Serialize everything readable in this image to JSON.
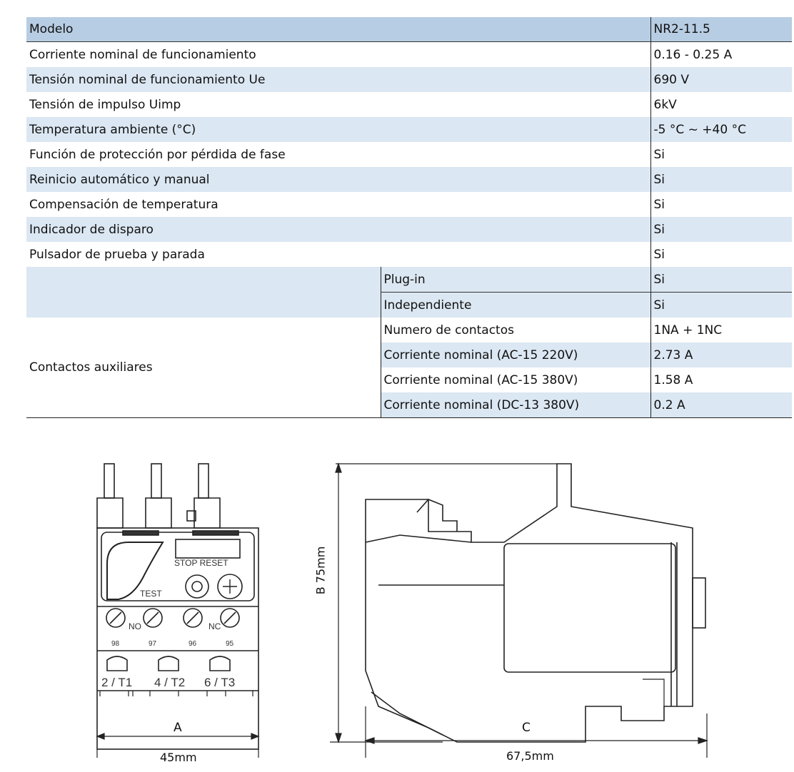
{
  "table": {
    "header": {
      "label": "Modelo",
      "value": "NR2-11.5"
    },
    "rows": [
      {
        "label": "Corriente nominal de funcionamiento",
        "value": "0.16 - 0.25 A"
      },
      {
        "label": "Tensión nominal de funcionamiento Ue",
        "value": "690 V"
      },
      {
        "label": "Tensión de impulso Uimp",
        "value": "6kV"
      },
      {
        "label": "Temperatura ambiente (°C)",
        "value": "-5 °C ~ +40 °C"
      },
      {
        "label": "Función de protección por pérdida de fase",
        "value": "Si"
      },
      {
        "label": "Reinicio automático y manual",
        "value": "Si"
      },
      {
        "label": "Compensación de temperatura",
        "value": "Si"
      },
      {
        "label": "Indicador de disparo",
        "value": "Si"
      },
      {
        "label": "Pulsador de prueba y parada",
        "value": "Si"
      }
    ],
    "aux_group_label": "Contactos auxiliares",
    "aux_rows": [
      {
        "label": "Plug-in",
        "value": "Si"
      },
      {
        "label": "Independiente",
        "value": "Si"
      },
      {
        "label": "Numero de contactos",
        "value": "1NA + 1NC"
      },
      {
        "label": "Corriente nominal (AC-15 220V)",
        "value": "2.73 A"
      },
      {
        "label": "Corriente nominal (AC-15 380V)",
        "value": "1.58 A"
      },
      {
        "label": "Corriente nominal (DC-13 380V)",
        "value": "0.2 A"
      }
    ]
  },
  "drawing": {
    "front": {
      "dim_letter": "A",
      "dim_value": "45mm",
      "labels": {
        "stop_reset": "STOP RESET",
        "test": "TEST",
        "no": "NO",
        "nc": "NC",
        "t1": "2 / T1",
        "t2": "4 / T2",
        "t3": "6 / T3",
        "n98": "98",
        "n97": "97",
        "n96": "96",
        "n95": "95"
      }
    },
    "side": {
      "height_label": "B 75mm",
      "width_letter": "C",
      "width_value": "67,5mm"
    }
  }
}
